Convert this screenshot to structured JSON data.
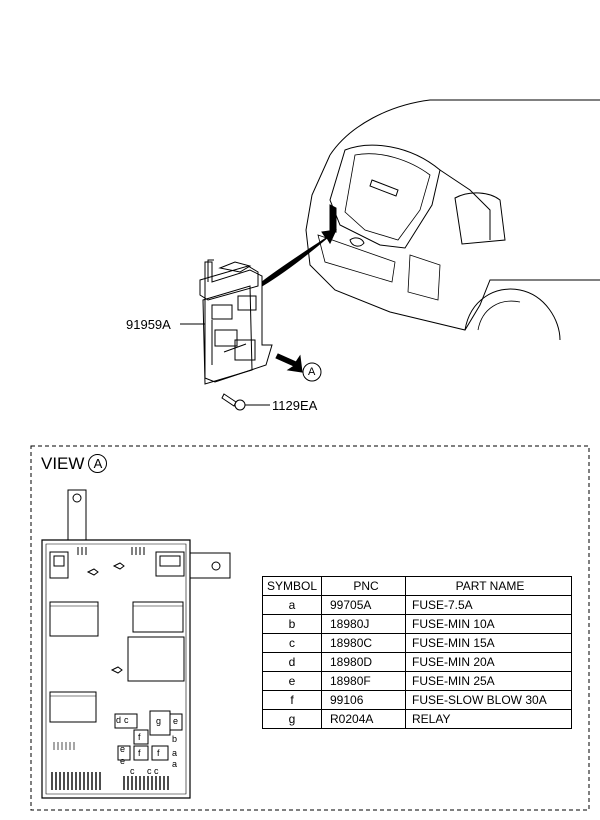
{
  "callouts": {
    "part_number_main": "91959A",
    "part_number_bolt": "1129EA",
    "view_marker": "A"
  },
  "view": {
    "label": "VIEW",
    "marker": "A"
  },
  "table": {
    "headers": [
      "SYMBOL",
      "PNC",
      "PART NAME"
    ],
    "rows": [
      {
        "symbol": "a",
        "pnc": "99705A",
        "name": "FUSE-7.5A"
      },
      {
        "symbol": "b",
        "pnc": "18980J",
        "name": "FUSE-MIN 10A"
      },
      {
        "symbol": "c",
        "pnc": "18980C",
        "name": "FUSE-MIN 15A"
      },
      {
        "symbol": "d",
        "pnc": "18980D",
        "name": "FUSE-MIN 20A"
      },
      {
        "symbol": "e",
        "pnc": "18980F",
        "name": "FUSE-MIN 25A"
      },
      {
        "symbol": "f",
        "pnc": "99106",
        "name": "FUSE-SLOW BLOW 30A"
      },
      {
        "symbol": "g",
        "pnc": "R0204A",
        "name": "RELAY"
      }
    ]
  },
  "box_symbols": {
    "d": "d",
    "c": "c",
    "g": "g",
    "e": "e",
    "b": "b",
    "f": "f",
    "a": "a"
  }
}
